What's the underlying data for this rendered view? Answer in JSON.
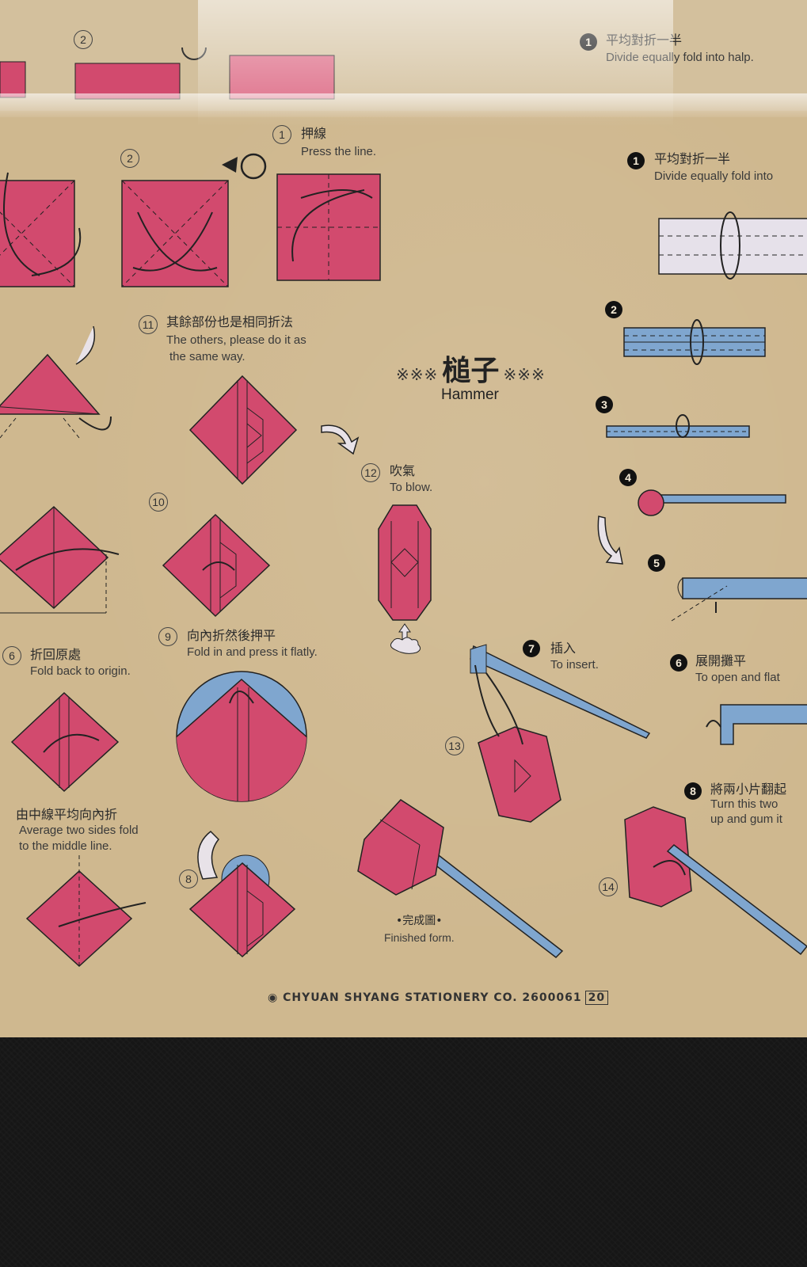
{
  "header_back": {
    "step2_label": "2",
    "step1_cn": "平均對折一半",
    "step1_en": "Divide equally fold into halp."
  },
  "title": {
    "stars_left": "※※※",
    "cn": "槌子",
    "stars_right": "※※※",
    "en": "Hammer"
  },
  "left_steps": {
    "step1_num": "1",
    "step1_cn": "押線",
    "step1_en": "Press the line.",
    "step2_num": "2",
    "step11_num": "11",
    "step11_cn": "其餘部份也是相同折法",
    "step11_en1": "The others, please do it as",
    "step11_en2": "the same way.",
    "step10_num": "10",
    "step12_num": "12",
    "step12_cn": "吹氣",
    "step12_en": "To blow.",
    "step9_num": "9",
    "step9_cn": "向內折然後押平",
    "step9_en": "Fold in and press it flatly.",
    "step6_num": "6",
    "step6_cn": "折回原處",
    "step6_en": "Fold back to origin.",
    "step_mid_cn": "由中線平均向內折",
    "step_mid_en1": "Average two sides fold",
    "step_mid_en2": "to the middle line.",
    "step8_num": "8",
    "step13_num": "13",
    "step14_num": "14",
    "finished_cn": "•完成圖•",
    "finished_en": "Finished form."
  },
  "right_steps": {
    "step1_num": "1",
    "step1_cn": "平均對折一半",
    "step1_en": "Divide equally fold into",
    "step2_num": "2",
    "step3_num": "3",
    "step4_num": "4",
    "step5_num": "5",
    "step7_num": "7",
    "step7_cn": "插入",
    "step7_en": "To insert.",
    "step6_num": "6",
    "step6_cn": "展開攤平",
    "step6_en": "To open and flat",
    "step8_num": "8",
    "step8_cn": "將兩小片翻起",
    "step8_en1": "Turn this two",
    "step8_en2": "up and gum it"
  },
  "footer": {
    "company": "CHYUAN SHYANG STATIONERY CO. 2600061",
    "code": "20"
  },
  "colors": {
    "paper": "#cfb88f",
    "pink": "#d24a6e",
    "blue": "#7fa6cf",
    "light": "#e6e1ea"
  }
}
